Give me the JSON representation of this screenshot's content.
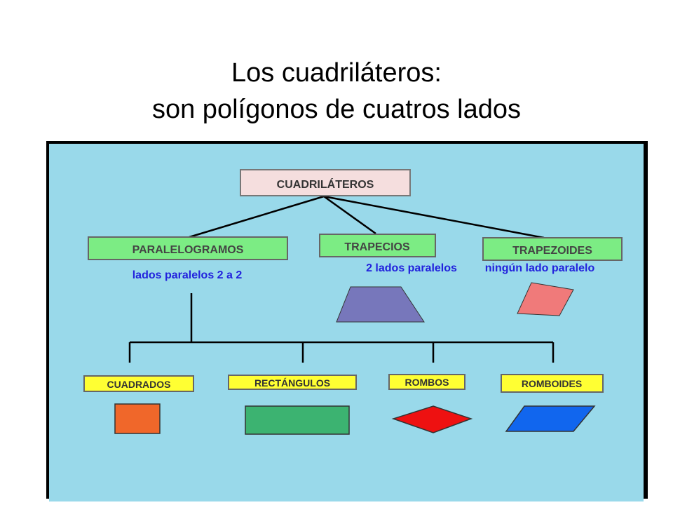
{
  "title": {
    "line1": "Los cuadriláteros:",
    "line2": "son polígonos de cuatros lados"
  },
  "diagram": {
    "root": {
      "label": "CUADRILÁTEROS"
    },
    "groups": [
      {
        "id": "paralelogramos",
        "label": "PARALELOGRAMOS",
        "caption": "lados paralelos 2 a 2"
      },
      {
        "id": "trapecios",
        "label": "TRAPECIOS",
        "caption": "2 lados paralelos",
        "shape": "trapecio",
        "shape_color": "#7777bb"
      },
      {
        "id": "trapezoides",
        "label": "TRAPEZOIDES",
        "caption": "ningún lado paralelo",
        "shape": "trapezoide",
        "shape_color": "#f07a7a"
      }
    ],
    "subtypes": [
      {
        "id": "cuadrados",
        "label": "CUADRADOS",
        "shape": "cuadrado",
        "shape_color": "#f0672a"
      },
      {
        "id": "rectangulos",
        "label": "RECTÁNGULOS",
        "shape": "rectangulo",
        "shape_color": "#3cb371"
      },
      {
        "id": "rombos",
        "label": "ROMBOS",
        "shape": "rombo",
        "shape_color": "#ee1111"
      },
      {
        "id": "romboides",
        "label": "ROMBOIDES",
        "shape": "romboide",
        "shape_color": "#1166ee"
      }
    ],
    "colors": {
      "background": "#99d9ea",
      "root_fill": "#f5dede",
      "group_fill": "#7cec84",
      "subtype_fill": "#ffff33",
      "caption": "#2222dd"
    }
  }
}
